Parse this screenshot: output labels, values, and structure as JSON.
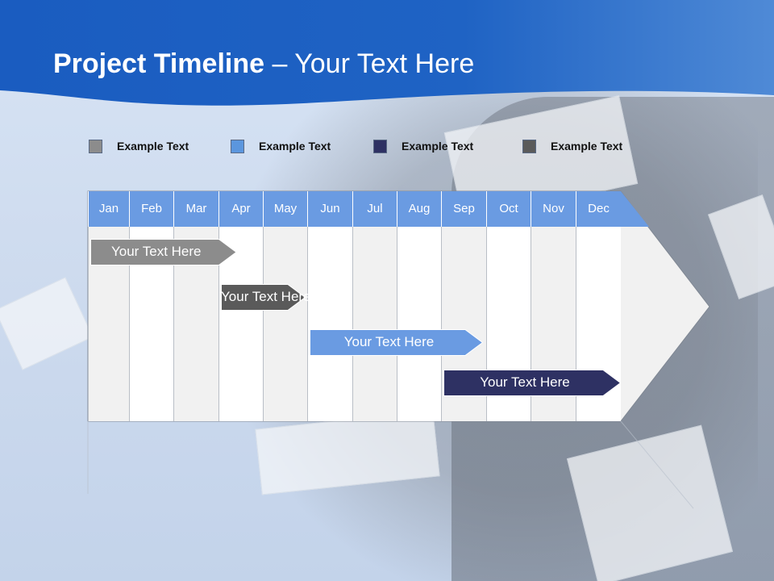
{
  "title": {
    "bold": "Project Timeline",
    "rest": " – Your Text Here"
  },
  "legend": [
    {
      "label": "Example Text",
      "color": "#8c8c8c"
    },
    {
      "label": "Example Text",
      "color": "#5b96de"
    },
    {
      "label": "Example Text",
      "color": "#2e3163"
    },
    {
      "label": "Example Text",
      "color": "#5a5a5a"
    }
  ],
  "months": [
    "Jan",
    "Feb",
    "Mar",
    "Apr",
    "May",
    "Jun",
    "Jul",
    "Aug",
    "Sep",
    "Oct",
    "Nov",
    "Dec"
  ],
  "tasks": [
    {
      "label": "Your  Text Here",
      "start_month": "Jan",
      "end_month": "Apr",
      "color": "#8c8c8c"
    },
    {
      "label": "Your  Text Here",
      "start_month": "Apr",
      "end_month": "Jun",
      "color": "#5a5a5a"
    },
    {
      "label": "Your  Text Here",
      "start_month": "Jun",
      "end_month": "Sep",
      "color": "#6a9be2"
    },
    {
      "label": "Your  Text Here",
      "start_month": "Sep",
      "end_month": "Dec",
      "color": "#2e3163"
    }
  ],
  "colors": {
    "header_blue": "#1f63c4",
    "month_header": "#6a9be2"
  }
}
